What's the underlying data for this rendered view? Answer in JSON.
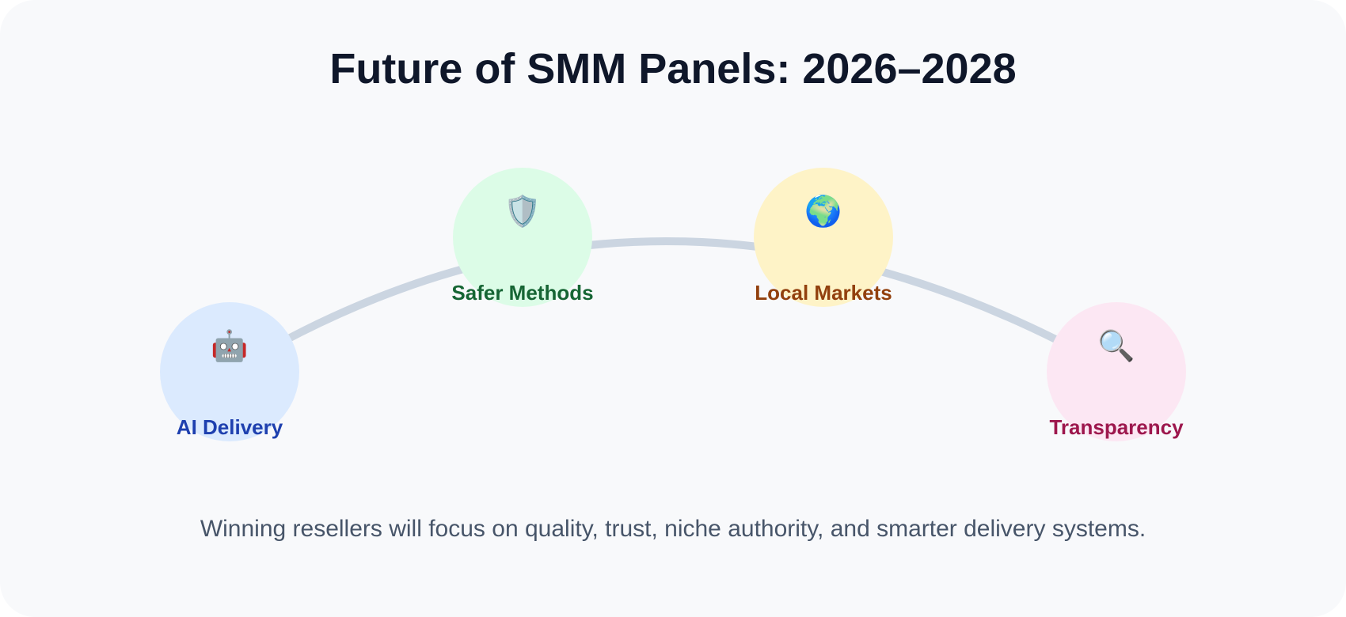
{
  "title": "Future of SMM Panels: 2026–2028",
  "nodes": [
    {
      "label": "AI Delivery",
      "icon": "robot-icon",
      "glyph": "🤖",
      "fill": "#dbeafe",
      "label_color": "#1e40af"
    },
    {
      "label": "Safer Methods",
      "icon": "shield-icon",
      "glyph": "🛡️",
      "fill": "#dcfce7",
      "label_color": "#166534"
    },
    {
      "label": "Local Markets",
      "icon": "globe-icon",
      "glyph": "🌍",
      "fill": "#fef3c7",
      "label_color": "#92400e"
    },
    {
      "label": "Transparency",
      "icon": "search-icon",
      "glyph": "🔍",
      "fill": "#fce7f3",
      "label_color": "#9d174d"
    }
  ],
  "colors": {
    "background": "#f8f9fb",
    "title": "#0f172a",
    "arc": "#cbd5e1",
    "footer": "#475569"
  },
  "footer": "Winning resellers will focus on quality, trust, niche authority, and smarter delivery systems."
}
